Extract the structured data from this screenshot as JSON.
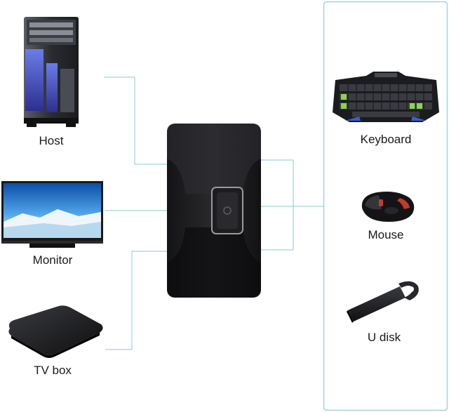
{
  "diagram": {
    "line_color": "#9fd4e0",
    "left_devices": [
      {
        "label": "Host",
        "icon": "desktop-tower-icon"
      },
      {
        "label": "Monitor",
        "icon": "monitor-icon"
      },
      {
        "label": "TV box",
        "icon": "tv-box-icon"
      }
    ],
    "switch": {
      "icon": "usb-switch-icon",
      "button_icon": "power-button-icon"
    },
    "right_devices": [
      {
        "label": "Keyboard",
        "icon": "keyboard-icon"
      },
      {
        "label": "Mouse",
        "icon": "mouse-icon"
      },
      {
        "label": "U disk",
        "icon": "usb-drive-icon"
      }
    ]
  }
}
